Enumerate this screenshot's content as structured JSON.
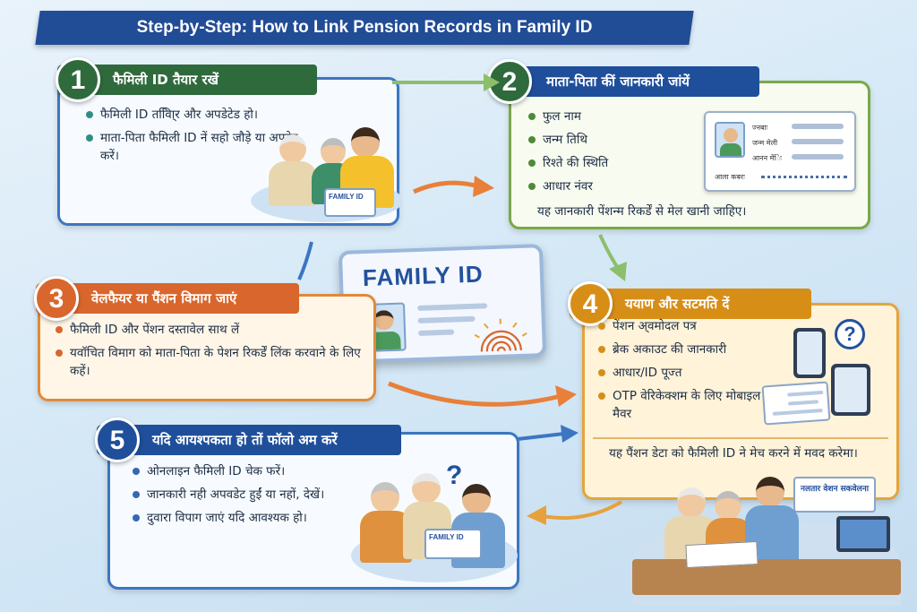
{
  "title": "Step-by-Step: How to Link Pension Records in Family ID",
  "steps": [
    {
      "number": "1",
      "heading": "फैमिली ID तैयार रखें",
      "bullets": [
        "फैमिली ID तविाि्र और अपडेटेड हो।",
        "माता-पिता फैमिली ID नें सहो जौड़े या अपडेट करें।"
      ],
      "illustration": {
        "card_label": "FAMILY ID"
      }
    },
    {
      "number": "2",
      "heading": "माता-पिता कीं जानकारी जांयें",
      "bullets": [
        "फुल नाम",
        "जन्म तिथि",
        "रिश्ते की स्थिति",
        "आधार नंवर"
      ],
      "note": "यह जानकारी पेंशन्म रिकर्डें से मेल खानी जाहिए।",
      "id_form": {
        "fields": [
          "ज्नबाः",
          "जन्म मेली",
          "आनन मेंिः"
        ],
        "footer": "आला कबरः"
      }
    },
    {
      "number": "3",
      "heading": "वेलफैयर या पैंशन विमाग जाएं",
      "bullets": [
        "फैमिली ID और पेंशन दस्तावेल साथ लें",
        "यवॉचित विमाग को माता-पिता के पेशन रिकर्डें लिंक करवाने के लिए कहें।"
      ]
    },
    {
      "number": "4",
      "heading": "ययाण और सटमति दें",
      "bullets": [
        "पेंशन अ्वमोदल पत्र",
        "ब्रेक अकाउट की जानकारी",
        "आधार/ID पूज्त",
        "OTP वेरिकेक्शम के लिए मोबाइल मैवर"
      ],
      "note": "यह पैंशन डेटा को फैमिली ID ने मेच करने में मवद करेमा।",
      "desk_sign": "नलतार वेशन सकवेलना"
    },
    {
      "number": "5",
      "heading": "यदि आयश्पकता हो तों फॉलो अम करें",
      "bullets": [
        "ओनलाइन फैमिली ID चेक फरें।",
        "जानकारी नही अपवडेट हुईं या नहों, देखें।",
        "दुवारा विपाग जाएं यदि आवश्यक हो।"
      ],
      "illustration": {
        "card_label": "FAMILY ID"
      }
    }
  ],
  "center_card": {
    "title": "FAMILY ID"
  },
  "colors": {
    "title_bg": "#214c96",
    "step1": "#2f6a3c",
    "step2": "#1f4f9b",
    "step3": "#d9662c",
    "step4": "#d78e17",
    "step5": "#1f4f9b"
  }
}
